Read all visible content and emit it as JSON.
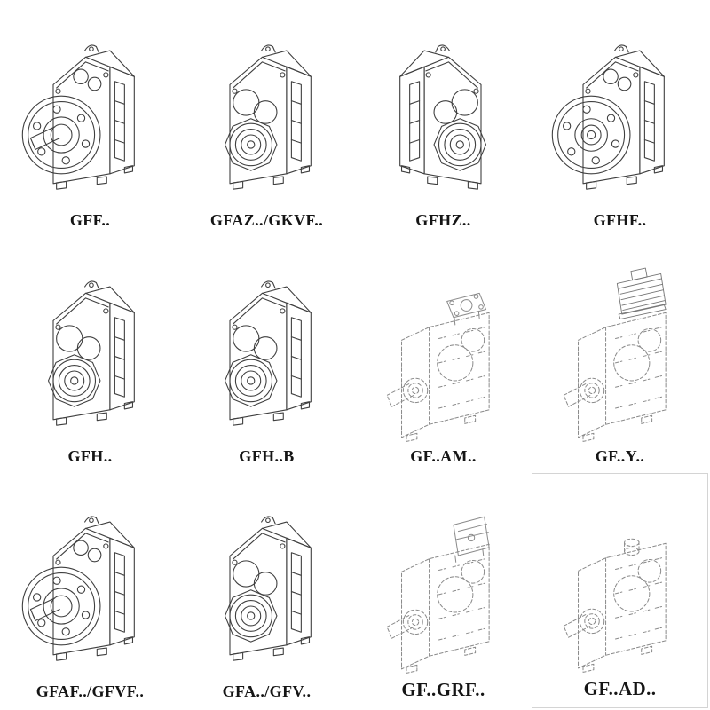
{
  "page": {
    "background_color": "#ffffff",
    "solid_line_color": "#3f3f3f",
    "dashed_line_color": "#8a8a8a",
    "label_color": "#151515"
  },
  "grid": {
    "rows": 3,
    "columns": 4,
    "items": [
      {
        "label": "GFF..",
        "drawing": "parallel-shaft-gearbox-output-flange-solid-shaft",
        "line_style": "solid"
      },
      {
        "label": "GFAZ../GKVF..",
        "drawing": "parallel-shaft-gearbox-hollow-shaft-bores",
        "line_style": "solid"
      },
      {
        "label": "GFHZ..",
        "drawing": "parallel-shaft-gearbox-hollow-shaft-mirrored",
        "line_style": "solid"
      },
      {
        "label": "GFHF..",
        "drawing": "parallel-shaft-gearbox-flange-hollow-shaft",
        "line_style": "solid"
      },
      {
        "label": "GFH..",
        "drawing": "parallel-shaft-gearbox-shrink-disc-bearing",
        "line_style": "solid"
      },
      {
        "label": "GFH..B",
        "drawing": "parallel-shaft-gearbox-shrink-disc-bearing",
        "line_style": "solid"
      },
      {
        "label": "GF..AM..",
        "drawing": "gearbox-with-iec-adapter-flange",
        "line_style": "dashed"
      },
      {
        "label": "GF..Y..",
        "drawing": "gearbox-with-mounted-motor",
        "line_style": "dashed"
      },
      {
        "label": "GFAF../GFVF..",
        "drawing": "parallel-shaft-gearbox-output-flange-solid-shaft",
        "line_style": "solid"
      },
      {
        "label": "GFA../GFV..",
        "drawing": "parallel-shaft-gearbox-hollow-shaft-bores",
        "line_style": "solid"
      },
      {
        "label": "GF..GRF..",
        "drawing": "gearbox-with-input-adapter-block",
        "line_style": "dashed"
      },
      {
        "label": "GF..AD..",
        "drawing": "gearbox-with-input-shaft-adapter",
        "line_style": "dashed"
      }
    ]
  }
}
